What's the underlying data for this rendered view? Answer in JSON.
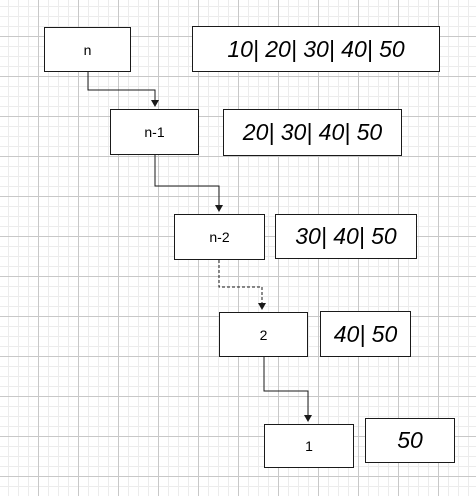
{
  "diagram": {
    "nodes": [
      {
        "id": "n1",
        "label": "n"
      },
      {
        "id": "n2",
        "label": "n-1"
      },
      {
        "id": "n3",
        "label": "n-2"
      },
      {
        "id": "n4",
        "label": "2"
      },
      {
        "id": "n5",
        "label": "1"
      }
    ],
    "arrays": [
      {
        "id": "a1",
        "text": "10| 20| 30| 40| 50"
      },
      {
        "id": "a2",
        "text": "20| 30| 40| 50"
      },
      {
        "id": "a3",
        "text": "30| 40| 50"
      },
      {
        "id": "a4",
        "text": "40| 50"
      },
      {
        "id": "a5",
        "text": "50"
      }
    ],
    "edges": [
      {
        "from": "n",
        "to": "n-1",
        "style": "solid"
      },
      {
        "from": "n-1",
        "to": "n-2",
        "style": "solid"
      },
      {
        "from": "n-2",
        "to": "2",
        "style": "dashed"
      },
      {
        "from": "2",
        "to": "1",
        "style": "solid"
      }
    ],
    "colors": {
      "background": "#ffffff",
      "grid_major": "#c8c8c8",
      "grid_minor": "#ececec",
      "stroke": "#1a1a1a",
      "text": "#000000"
    }
  }
}
